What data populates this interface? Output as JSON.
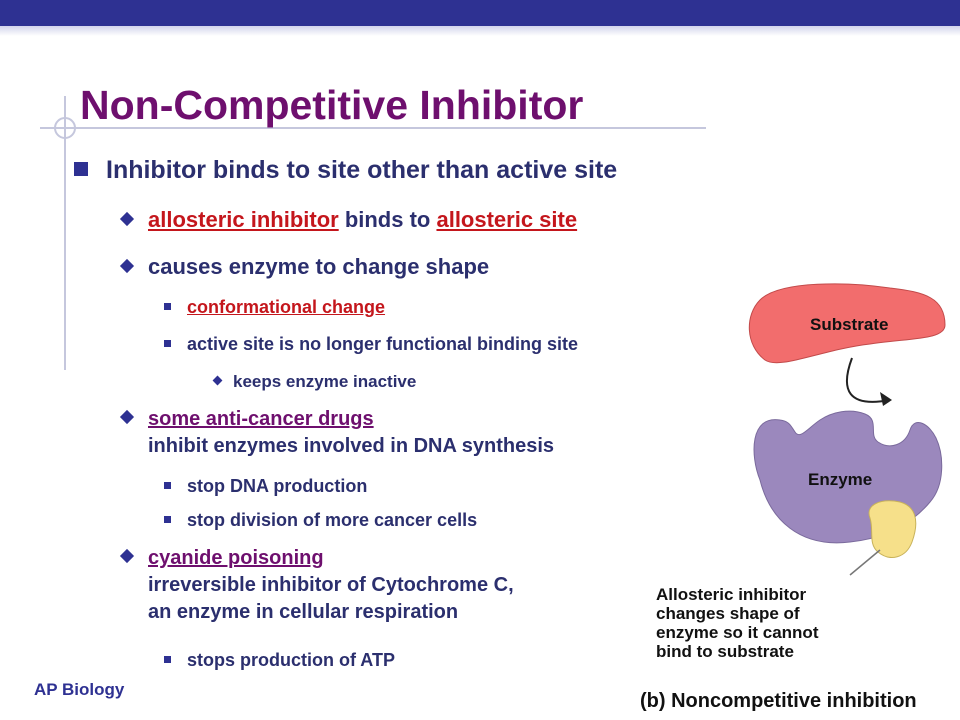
{
  "slide": {
    "title": "Non-Competitive Inhibitor",
    "footer": "AP Biology",
    "bullet1": "Inhibitor binds to site other than active site",
    "item_allosteric": {
      "term1": "allosteric inhibitor",
      "middle": " binds to ",
      "term2": "allosteric site"
    },
    "item_shape": "causes enzyme to change shape",
    "sub_conformational": "conformational change",
    "sub_active_site": "active site is no longer functional binding site",
    "sub_inactive": "keeps enzyme inactive",
    "item_cancer": {
      "term": "some anti-cancer drugs",
      "line2": "inhibit enzymes involved in DNA synthesis"
    },
    "sub_dna": "stop DNA production",
    "sub_division": "stop division of more cancer cells",
    "item_cyanide": {
      "term": "cyanide poisoning",
      "line2": "irreversible inhibitor of Cytochrome C,",
      "line3": "an enzyme in cellular respiration"
    },
    "sub_atp": "stops production of ATP"
  },
  "figure": {
    "substrate_label": "Substrate",
    "enzyme_label": "Enzyme",
    "caption_lines": [
      "Allosteric inhibitor",
      "changes shape of",
      "enzyme so it cannot",
      "bind to substrate"
    ],
    "figure_label": "(b) Noncompetitive inhibition",
    "colors": {
      "substrate": "#f26d6d",
      "enzyme": "#9b88bd",
      "inhibitor": "#f6e08a"
    }
  },
  "theme": {
    "title_color": "#6e0f6e",
    "text_color": "#2b2f6e",
    "accent_red": "#c4161c",
    "topbar_color": "#2e3192"
  }
}
